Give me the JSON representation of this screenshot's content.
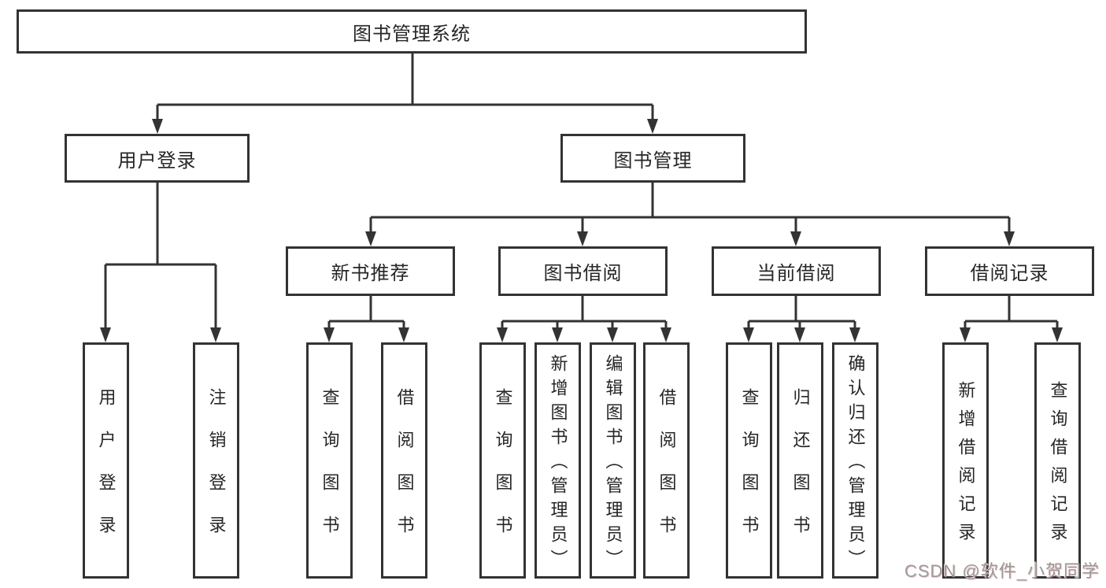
{
  "diagram": {
    "root": "图书管理系统",
    "level2": {
      "user_login": "用户登录",
      "book_mgmt": "图书管理"
    },
    "level3": {
      "new_book_rec": "新书推荐",
      "book_borrow": "图书借阅",
      "current_borrow": "当前借阅",
      "borrow_record": "借阅记录"
    },
    "leaves": {
      "user_login": "用户登录",
      "logout": "注销登录",
      "nb_query_book": "查询图书",
      "nb_borrow_book": "借阅图书",
      "bb_query_book": "查询图书",
      "bb_add_book": "新增图书（管理员）",
      "bb_edit_book": "编辑图书（管理员）",
      "bb_borrow_book": "借阅图书",
      "cb_query_book": "查询图书",
      "cb_return_book": "归还图书",
      "cb_confirm_return": "确认归还（管理员）",
      "br_add_record": "新增借阅记录",
      "br_query_record": "查询借阅记录"
    }
  },
  "watermark": {
    "text": "CSDN @软件_小贺同学"
  },
  "colors": {
    "line": "#333333",
    "box_border": "#333333",
    "text": "#262626",
    "watermark": "#9a9a9a",
    "background": "#ffffff"
  }
}
